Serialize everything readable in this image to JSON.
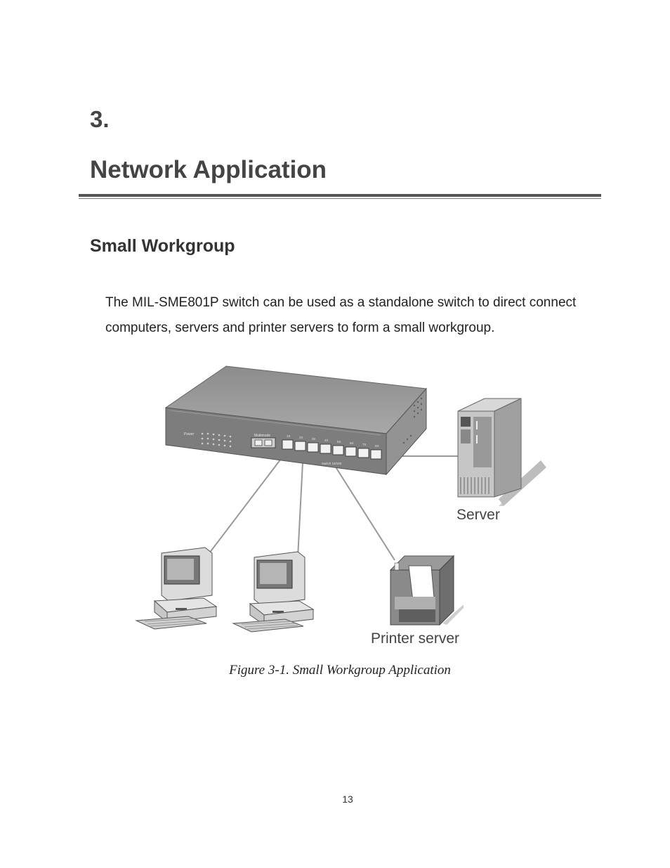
{
  "chapter": {
    "number": "3.",
    "title": "Network Application"
  },
  "section": {
    "title": "Small Workgroup"
  },
  "body": {
    "paragraph": "The MIL-SME801P switch can be used as a standalone switch to direct connect computers, servers and printer servers to form a small workgroup."
  },
  "figure": {
    "labels": {
      "server": "Server",
      "printer_server": "Printer server"
    },
    "switch_text": {
      "power": "Power",
      "multimode": "Multimode",
      "switch_label": "Switch 10/100",
      "ports": [
        "1X",
        "2X",
        "3X",
        "4X",
        "5X",
        "6X",
        "7X",
        "8X"
      ]
    },
    "caption": "Figure 3-1. Small Workgroup Application"
  },
  "footer": {
    "page_number": "13"
  }
}
